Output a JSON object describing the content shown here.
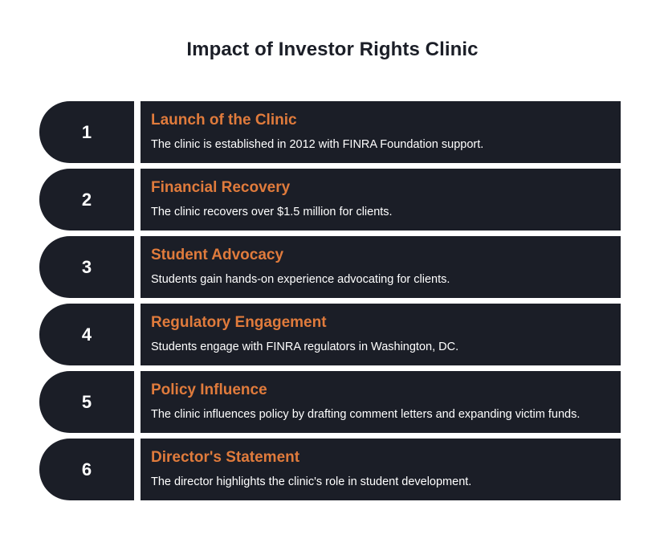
{
  "title": "Impact of Investor Rights Clinic",
  "colors": {
    "panel": "#1b1e27",
    "accent": "#e07b3c",
    "text": "#ffffff"
  },
  "steps": [
    {
      "number": "1",
      "heading": "Launch of the Clinic",
      "description": "The clinic is established in 2012 with FINRA Foundation support."
    },
    {
      "number": "2",
      "heading": "Financial Recovery",
      "description": "The clinic recovers over $1.5 million for clients."
    },
    {
      "number": "3",
      "heading": "Student Advocacy",
      "description": "Students gain hands-on experience advocating for clients."
    },
    {
      "number": "4",
      "heading": "Regulatory Engagement",
      "description": "Students engage with FINRA regulators in Washington, DC."
    },
    {
      "number": "5",
      "heading": "Policy Influence",
      "description": "The clinic influences policy by drafting comment letters and expanding victim funds."
    },
    {
      "number": "6",
      "heading": "Director's Statement",
      "description": "The director highlights the clinic's role in student development."
    }
  ]
}
